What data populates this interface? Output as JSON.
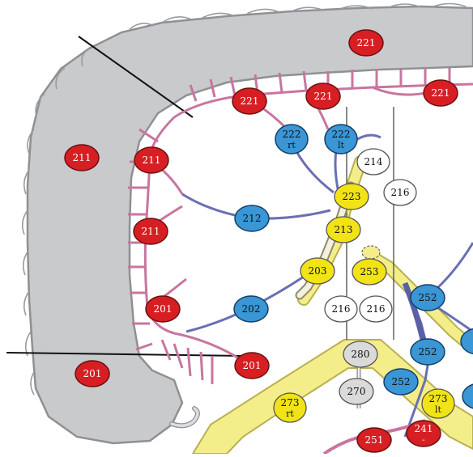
{
  "colors": {
    "colon_fill": "#c9cacc",
    "colon_stroke": "#8f9094",
    "vessel_pink": "#c9759f",
    "vessel_blue": "#6a6fb4",
    "vessel_yellow": "#f4ee8a",
    "node_red": "#d71f23",
    "node_blue": "#3a96d4",
    "node_yellow": "#f2e316",
    "node_white": "#ffffff",
    "node_gray": "#dadada"
  },
  "nodes": [
    {
      "id": "n221a",
      "label": "221",
      "color": "red"
    },
    {
      "id": "n221b",
      "label": "221",
      "color": "red"
    },
    {
      "id": "n221c",
      "label": "221",
      "color": "red"
    },
    {
      "id": "n221d",
      "label": "221",
      "color": "red"
    },
    {
      "id": "n211a",
      "label": "211",
      "color": "red"
    },
    {
      "id": "n211b",
      "label": "211",
      "color": "red"
    },
    {
      "id": "n211c",
      "label": "211",
      "color": "red"
    },
    {
      "id": "n201a",
      "label": "201",
      "color": "red"
    },
    {
      "id": "n201b",
      "label": "201",
      "color": "red"
    },
    {
      "id": "n201c",
      "label": "201",
      "color": "red"
    },
    {
      "id": "n222rt",
      "label": "222",
      "sub": "rt",
      "color": "blue"
    },
    {
      "id": "n222lt",
      "label": "222",
      "sub": "lt",
      "color": "blue"
    },
    {
      "id": "n212",
      "label": "212",
      "color": "blue"
    },
    {
      "id": "n202",
      "label": "202",
      "color": "blue"
    },
    {
      "id": "n252a",
      "label": "252",
      "color": "blue"
    },
    {
      "id": "n252b",
      "label": "252",
      "color": "blue"
    },
    {
      "id": "n252c",
      "label": "252",
      "color": "blue"
    },
    {
      "id": "n214",
      "label": "214",
      "color": "white"
    },
    {
      "id": "n216a",
      "label": "216",
      "color": "white"
    },
    {
      "id": "n216b",
      "label": "216",
      "color": "white"
    },
    {
      "id": "n216c",
      "label": "216",
      "color": "white"
    },
    {
      "id": "n223",
      "label": "223",
      "color": "yellow"
    },
    {
      "id": "n213",
      "label": "213",
      "color": "yellow"
    },
    {
      "id": "n203",
      "label": "203",
      "color": "yellow"
    },
    {
      "id": "n253",
      "label": "253",
      "color": "yellow"
    },
    {
      "id": "n273rt",
      "label": "273",
      "sub": "rt",
      "color": "yellow"
    },
    {
      "id": "n273lt",
      "label": "273",
      "sub": "lt",
      "color": "yellow"
    },
    {
      "id": "n280",
      "label": "280",
      "color": "gray"
    },
    {
      "id": "n270",
      "label": "270",
      "color": "gray"
    },
    {
      "id": "n251",
      "label": "251",
      "color": "red"
    },
    {
      "id": "n241",
      "label": "241",
      "color": "red"
    }
  ]
}
